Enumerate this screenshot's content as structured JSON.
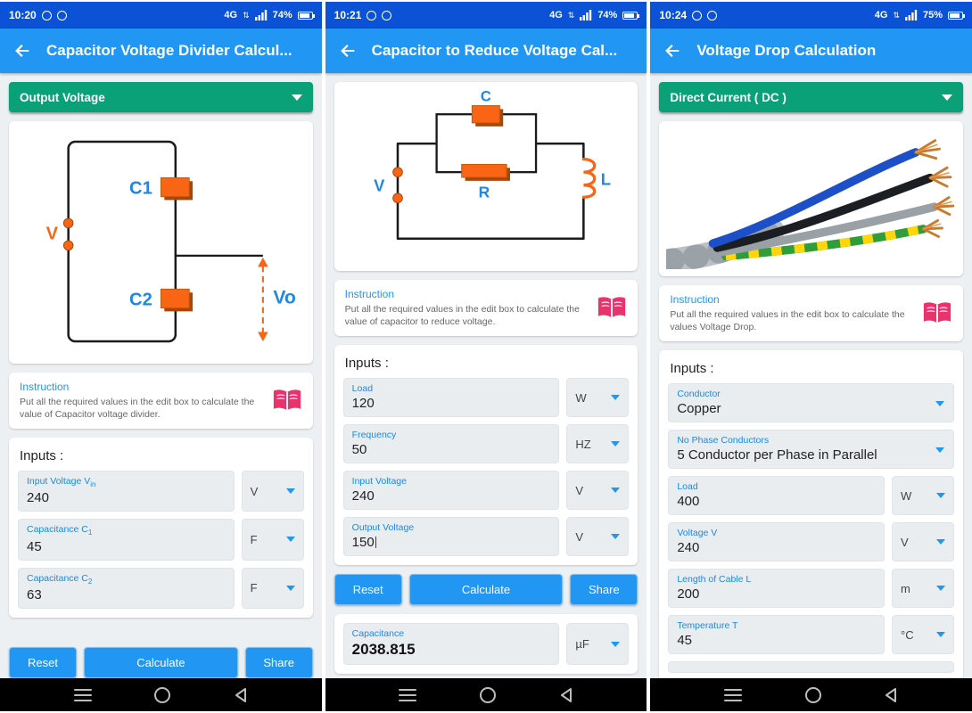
{
  "colors": {
    "statusbar": "#0B52D6",
    "appbar": "#2196F3",
    "dropdown_green": "#0AA078",
    "label_blue": "#1E88E5",
    "component_orange": "#F96514",
    "book_pink": "#E8336D",
    "field_bg": "#E9EDF0"
  },
  "panels": [
    {
      "status": {
        "time": "10:20",
        "network": "4G",
        "battery_pct": "74%"
      },
      "appbar": {
        "title": "Capacitor Voltage Divider Calcul..."
      },
      "dropdown": {
        "value": "Output Voltage"
      },
      "circuit": {
        "c1": "C1",
        "c2": "C2",
        "v": "V",
        "vo": "Vo"
      },
      "instruction": {
        "title": "Instruction",
        "text": "Put all the required values in the edit box to calculate the value of Capacitor voltage divider."
      },
      "inputs": {
        "title": "Inputs :",
        "fields": [
          {
            "label": "Input Voltage V",
            "sub": "in",
            "value": "240",
            "unit": "V"
          },
          {
            "label": "Capacitance C",
            "sub": "1",
            "value": "45",
            "unit": "F"
          },
          {
            "label": "Capacitance C",
            "sub": "2",
            "value": "63",
            "unit": "F"
          }
        ]
      },
      "buttons": {
        "reset": "Reset",
        "calculate": "Calculate",
        "share": "Share"
      }
    },
    {
      "status": {
        "time": "10:21",
        "network": "4G",
        "battery_pct": "74%"
      },
      "appbar": {
        "title": "Capacitor to Reduce Voltage Cal..."
      },
      "circuit": {
        "c": "C",
        "r": "R",
        "l": "L",
        "v": "V"
      },
      "instruction": {
        "title": "Instruction",
        "text": "Put all the required values in the edit box to calculate the value of capacitor to reduce voltage."
      },
      "inputs": {
        "title": "Inputs :",
        "fields": [
          {
            "label": "Load",
            "value": "120",
            "unit": "W"
          },
          {
            "label": "Frequency",
            "value": "50",
            "unit": "HZ"
          },
          {
            "label": "Input Voltage",
            "value": "240",
            "unit": "V"
          },
          {
            "label": "Output Voltage",
            "value": "150",
            "unit": "V"
          }
        ]
      },
      "buttons": {
        "reset": "Reset",
        "calculate": "Calculate",
        "share": "Share"
      },
      "result": {
        "label": "Capacitance",
        "value": "2038.815",
        "unit": "µF"
      }
    },
    {
      "status": {
        "time": "10:24",
        "network": "4G",
        "battery_pct": "75%"
      },
      "appbar": {
        "title": "Voltage Drop Calculation"
      },
      "dropdown": {
        "value": "Direct Current ( DC )"
      },
      "instruction": {
        "title": "Instruction",
        "text": "Put all the required values in the edit box to calculate the values Voltage Drop."
      },
      "inputs": {
        "title": "Inputs :",
        "selects": [
          {
            "label": "Conductor",
            "value": "Copper"
          },
          {
            "label": "No Phase Conductors",
            "value": "5 Conductor per Phase in Parallel"
          }
        ],
        "fields": [
          {
            "label": "Load",
            "value": "400",
            "unit": "W"
          },
          {
            "label": "Voltage V",
            "value": "240",
            "unit": "V"
          },
          {
            "label": "Length of Cable L",
            "value": "200",
            "unit": "m"
          },
          {
            "label": "Temperature T",
            "value": "45",
            "unit": "°C"
          }
        ]
      }
    }
  ]
}
